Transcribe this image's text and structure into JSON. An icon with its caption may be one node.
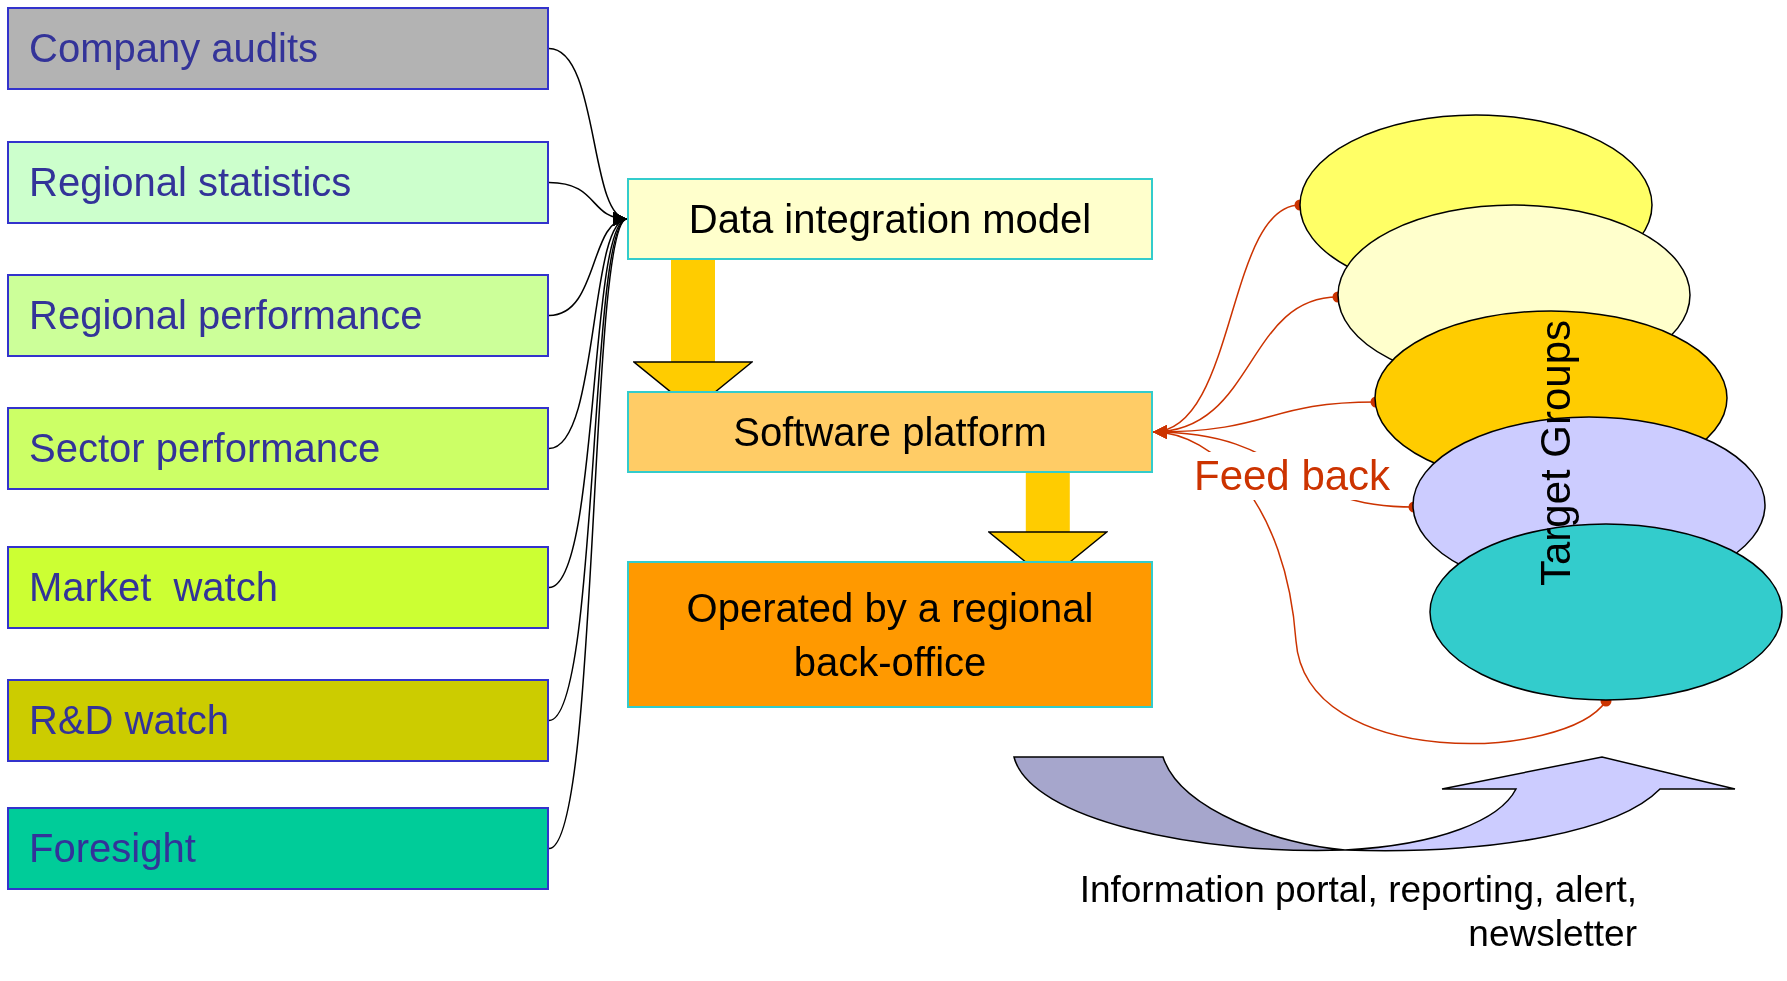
{
  "diagram": {
    "nodes": [
      {
        "text": [
          "Company audits"
        ]
      },
      {
        "text": [
          "Regional statistics"
        ]
      },
      {
        "text": [
          "Regional performance"
        ]
      },
      {
        "text": [
          "Sector performance"
        ]
      },
      {
        "text": [
          "Market  watch"
        ]
      },
      {
        "text": [
          "R&D watch"
        ]
      },
      {
        "text": [
          "Foresight"
        ]
      },
      {
        "text": [
          "Data integration model"
        ]
      },
      {
        "text": [
          "Software platform"
        ]
      },
      {
        "text": [
          "Operated by a regional back-office"
        ]
      },
      {
        "text": [],
        "shape": "ellipse"
      },
      {
        "text": [],
        "shape": "ellipse"
      },
      {
        "text": [],
        "shape": "ellipse"
      },
      {
        "text": [],
        "shape": "ellipse"
      },
      {
        "text": [],
        "shape": "ellipse"
      }
    ],
    "edges": [
      {
        "from": 0,
        "to": 7,
        "arrow": "to"
      },
      {
        "from": 1,
        "to": 7,
        "arrow": "to"
      },
      {
        "from": 2,
        "to": 7,
        "arrow": "to"
      },
      {
        "from": 3,
        "to": 7,
        "arrow": "to"
      },
      {
        "from": 4,
        "to": 7,
        "arrow": "to"
      },
      {
        "from": 5,
        "to": 7,
        "arrow": "to"
      },
      {
        "from": 6,
        "to": 7,
        "arrow": "to"
      },
      {
        "from": 7,
        "to": 8,
        "arrow": "to",
        "style": "thick",
        "color": "#ffcc00"
      },
      {
        "from": 8,
        "to": 9,
        "arrow": "to",
        "style": "thick",
        "color": "#ffcc00"
      },
      {
        "from": 10,
        "to": 8,
        "arrow": "to",
        "color": "#cc3300"
      },
      {
        "from": 11,
        "to": 8,
        "arrow": "to",
        "color": "#cc3300"
      },
      {
        "from": 12,
        "to": 8,
        "arrow": "to",
        "color": "#cc3300"
      },
      {
        "from": 13,
        "to": 8,
        "arrow": "to",
        "color": "#cc3300"
      },
      {
        "from": 14,
        "to": 8,
        "arrow": "to",
        "color": "#cc3300"
      }
    ],
    "labels": [
      "Target Groups",
      "Feed back",
      "Information portal, reporting, alert, newsletter"
    ]
  }
}
